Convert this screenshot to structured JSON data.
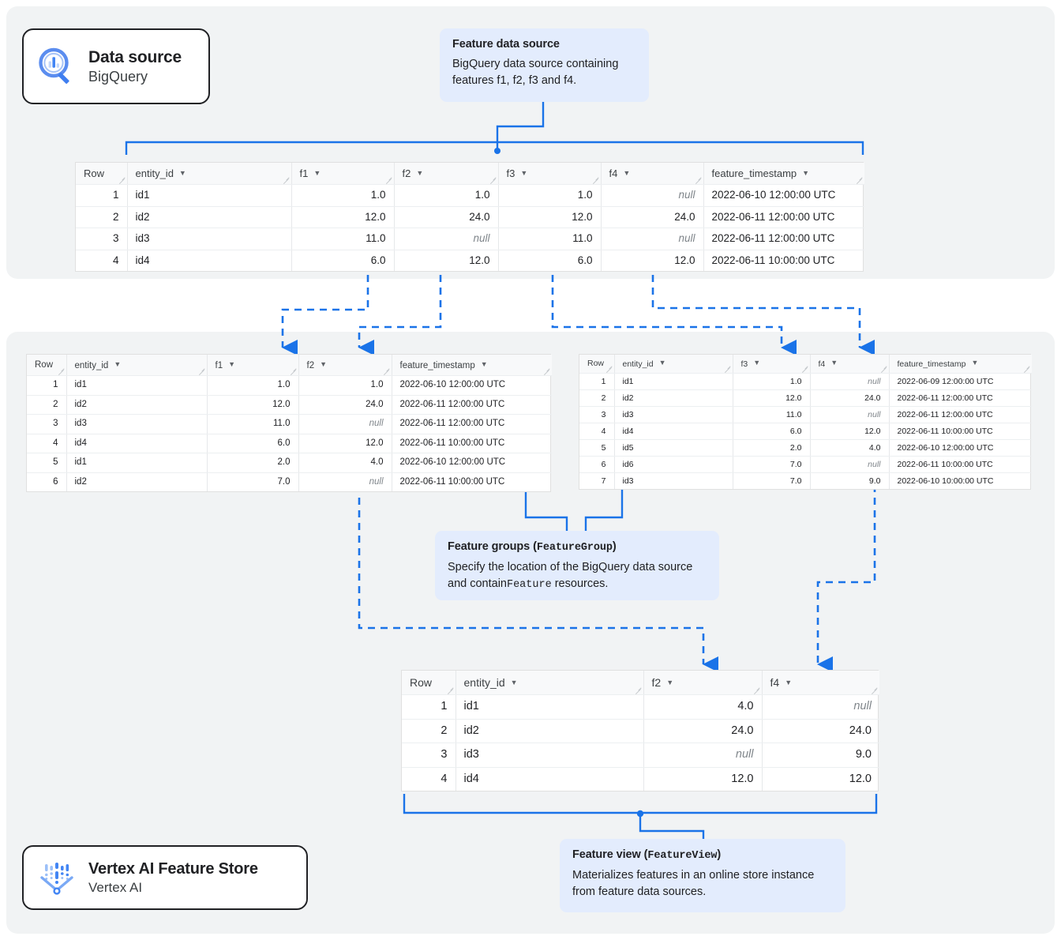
{
  "cards": {
    "data_source": {
      "icon": "bigquery-search-icon",
      "title": "Data source",
      "subtitle": "BigQuery"
    },
    "feature_store": {
      "icon": "vertex-ai-feature-store-icon",
      "title": "Vertex AI Feature Store",
      "subtitle": "Vertex AI"
    }
  },
  "callouts": {
    "feature_data_source": {
      "title": "Feature data source",
      "body": "BigQuery data source containing features f1, f2, f3 and f4."
    },
    "feature_groups": {
      "title_text": "Feature groups (",
      "title_code": "FeatureGroup",
      "title_close": ")",
      "body_a": "Specify the location of the BigQuery data source and contain",
      "body_code": "Feature",
      "body_b": " resources."
    },
    "feature_view": {
      "title_text": "Feature view (",
      "title_code": "FeatureView",
      "title_close": ")",
      "body": "Materializes features in an online store instance from feature data sources."
    }
  },
  "tables": {
    "source": {
      "name": "feature-data-source-table",
      "columns": [
        "Row",
        "entity_id",
        "f1",
        "f2",
        "f3",
        "f4",
        "feature_timestamp"
      ],
      "rows": [
        [
          "1",
          "id1",
          "1.0",
          "1.0",
          "1.0",
          "null",
          "2022-06-10 12:00:00 UTC"
        ],
        [
          "2",
          "id2",
          "12.0",
          "24.0",
          "12.0",
          "24.0",
          "2022-06-11 12:00:00 UTC"
        ],
        [
          "3",
          "id3",
          "11.0",
          "null",
          "11.0",
          "null",
          "2022-06-11 12:00:00 UTC"
        ],
        [
          "4",
          "id4",
          "6.0",
          "12.0",
          "6.0",
          "12.0",
          "2022-06-11 10:00:00 UTC"
        ]
      ]
    },
    "feature_group_1": {
      "name": "feature-group-1-table",
      "columns": [
        "Row",
        "entity_id",
        "f1",
        "f2",
        "feature_timestamp"
      ],
      "rows": [
        [
          "1",
          "id1",
          "1.0",
          "1.0",
          "2022-06-10 12:00:00 UTC"
        ],
        [
          "2",
          "id2",
          "12.0",
          "24.0",
          "2022-06-11 12:00:00 UTC"
        ],
        [
          "3",
          "id3",
          "11.0",
          "null",
          "2022-06-11 12:00:00 UTC"
        ],
        [
          "4",
          "id4",
          "6.0",
          "12.0",
          "2022-06-11 10:00:00 UTC"
        ],
        [
          "5",
          "id1",
          "2.0",
          "4.0",
          "2022-06-10 12:00:00 UTC"
        ],
        [
          "6",
          "id2",
          "7.0",
          "null",
          "2022-06-11 10:00:00 UTC"
        ]
      ]
    },
    "feature_group_2": {
      "name": "feature-group-2-table",
      "columns": [
        "Row",
        "entity_id",
        "f3",
        "f4",
        "feature_timestamp"
      ],
      "rows": [
        [
          "1",
          "id1",
          "1.0",
          "null",
          "2022-06-09 12:00:00 UTC"
        ],
        [
          "2",
          "id2",
          "12.0",
          "24.0",
          "2022-06-11 12:00:00 UTC"
        ],
        [
          "3",
          "id3",
          "11.0",
          "null",
          "2022-06-11 12:00:00 UTC"
        ],
        [
          "4",
          "id4",
          "6.0",
          "12.0",
          "2022-06-11 10:00:00 UTC"
        ],
        [
          "5",
          "id5",
          "2.0",
          "4.0",
          "2022-06-10 12:00:00 UTC"
        ],
        [
          "6",
          "id6",
          "7.0",
          "null",
          "2022-06-11 10:00:00 UTC"
        ],
        [
          "7",
          "id3",
          "7.0",
          "9.0",
          "2022-06-10 10:00:00 UTC"
        ]
      ]
    },
    "feature_view": {
      "name": "feature-view-table",
      "columns": [
        "Row",
        "entity_id",
        "f2",
        "f4"
      ],
      "rows": [
        [
          "1",
          "id1",
          "4.0",
          "null"
        ],
        [
          "2",
          "id2",
          "24.0",
          "24.0"
        ],
        [
          "3",
          "id3",
          "null",
          "9.0"
        ],
        [
          "4",
          "id4",
          "12.0",
          "12.0"
        ]
      ]
    }
  },
  "colors": {
    "accent": "#1a73e8",
    "panel": "#f1f3f4",
    "callout": "#e3ecfd",
    "card_border": "#202124",
    "null_text": "#80868b"
  }
}
